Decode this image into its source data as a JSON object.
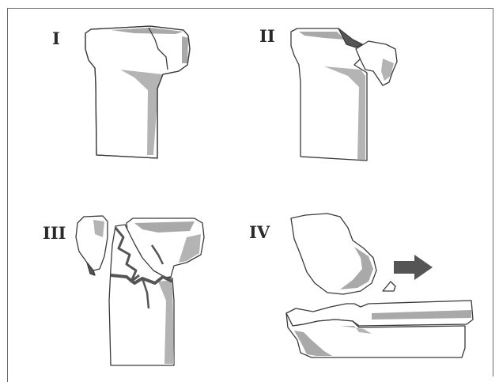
{
  "panels": [
    {
      "label": "I"
    },
    {
      "label": "II"
    },
    {
      "label": "III"
    },
    {
      "label": "IV"
    }
  ],
  "colors": {
    "outline": "#3a3a3a",
    "shade": "#a9a9a9",
    "dark": "#555555",
    "background": "#ffffff"
  }
}
